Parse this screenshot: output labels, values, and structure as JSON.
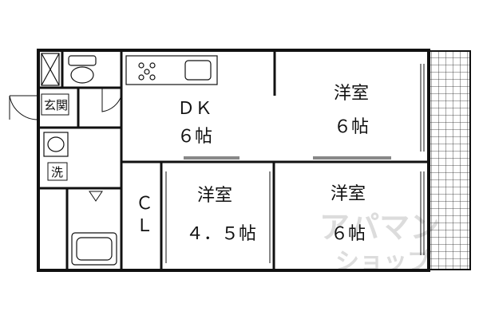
{
  "rooms": {
    "dk": {
      "name": "ＤＫ",
      "size": "６帖"
    },
    "western_room_1": {
      "name": "洋室",
      "size": "６帖"
    },
    "western_room_2": {
      "name": "洋室",
      "size": "４．５帖"
    },
    "western_room_3": {
      "name": "洋室",
      "size": "６帖"
    },
    "closet": {
      "line1": "Ｃ",
      "line2": "Ｌ"
    },
    "entrance": {
      "name": "玄関"
    },
    "washroom": {
      "name": "洗"
    }
  },
  "watermark": {
    "line1": "アパマン",
    "line2": "ショップ"
  }
}
